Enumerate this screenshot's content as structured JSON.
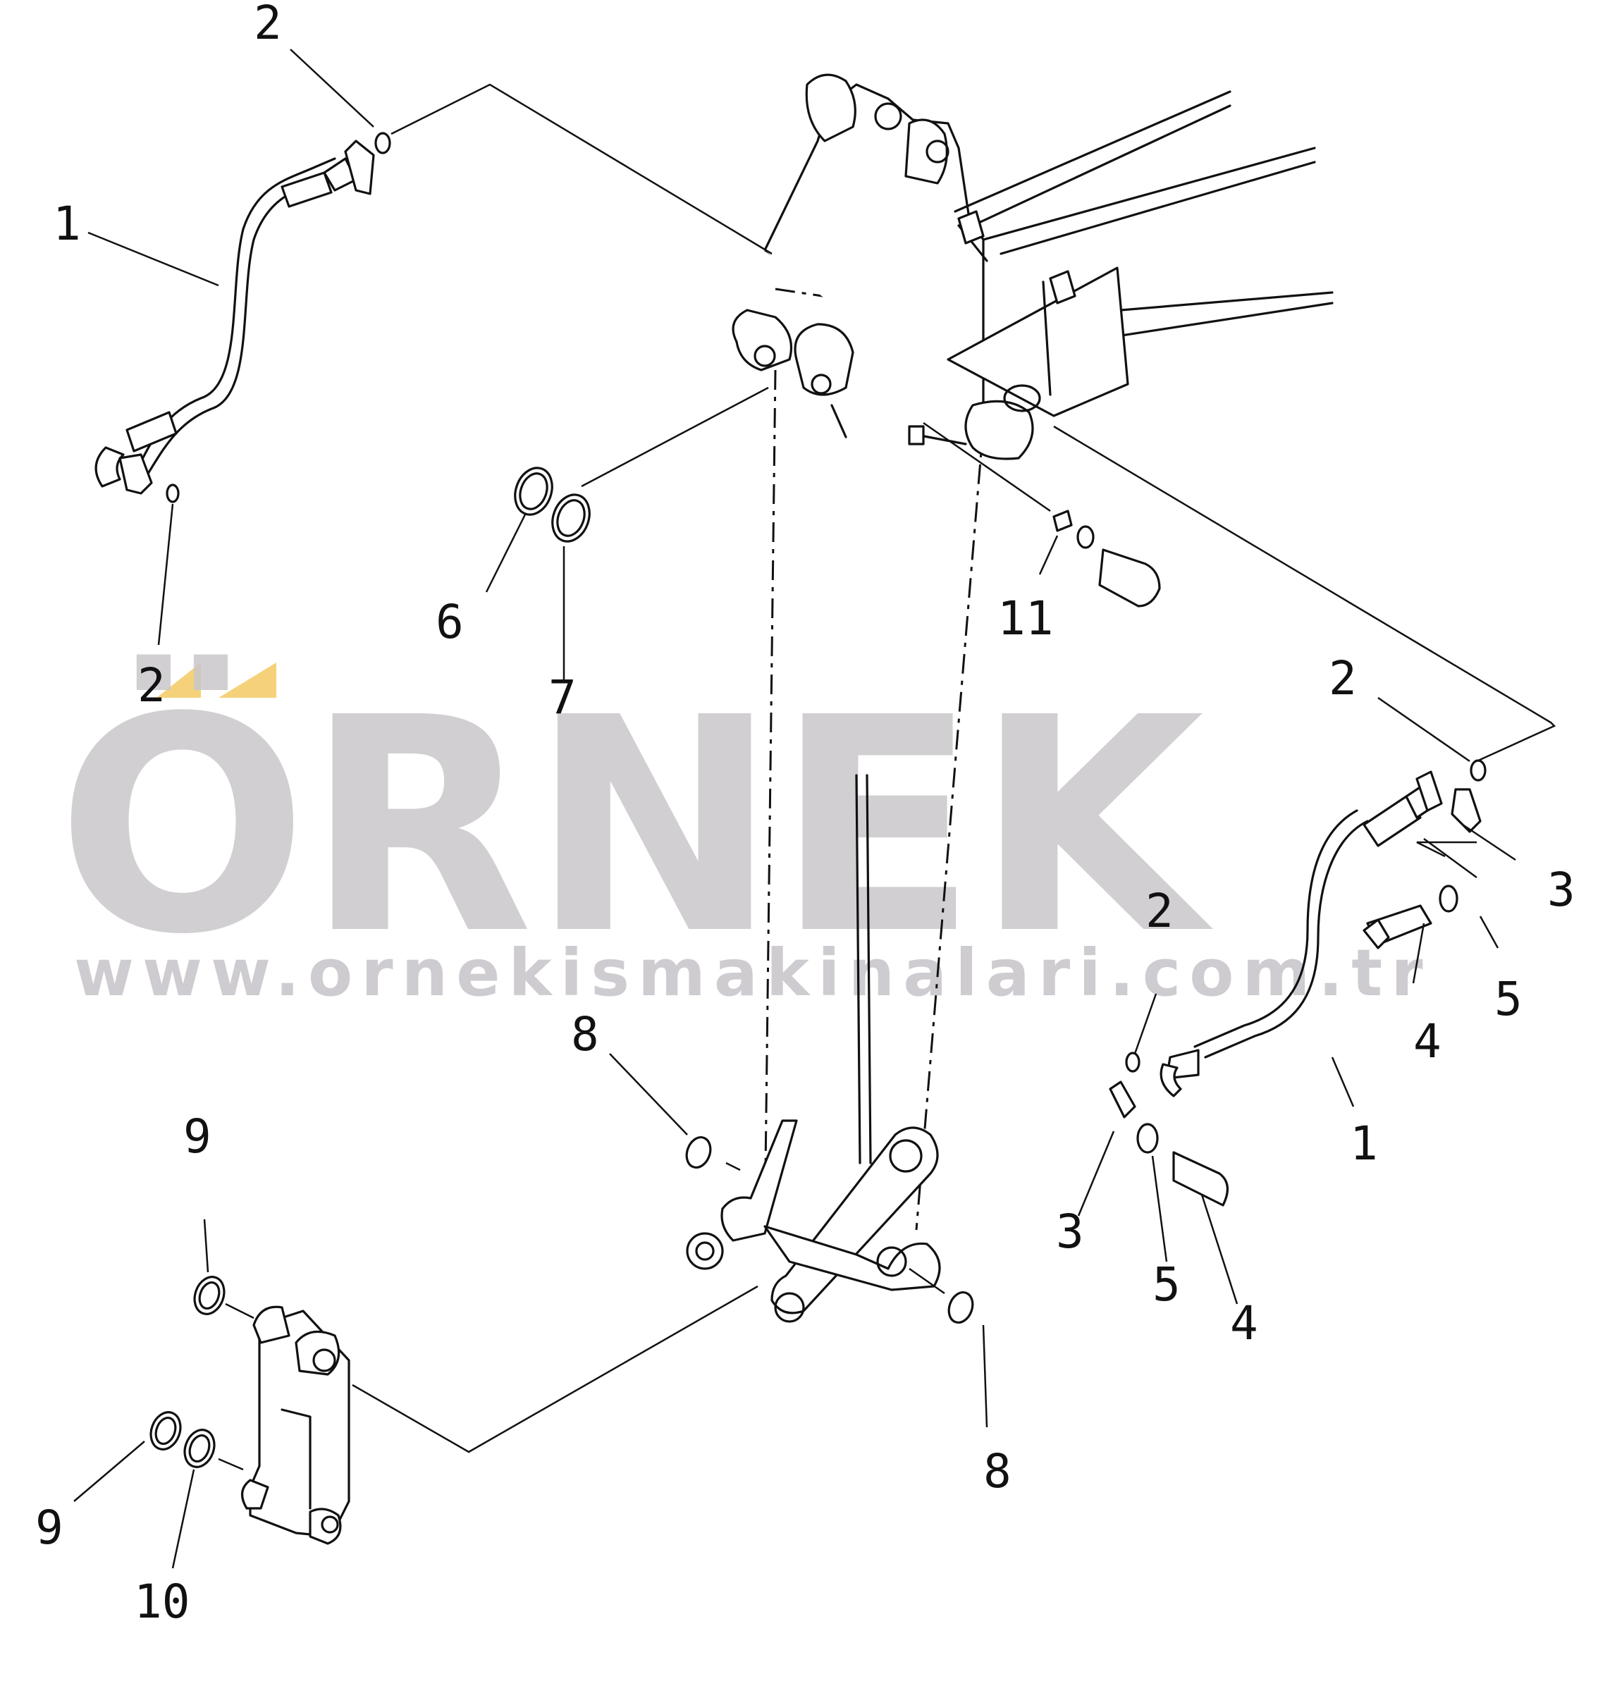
{
  "watermark": {
    "brand": "ÖRNEK",
    "url": "www.ornekismakinalari.com.tr",
    "accent_color": "#f5d27a",
    "text_color": "#c9c7cb"
  },
  "callouts": {
    "c2a": "2",
    "c1a": "1",
    "c2b": "2",
    "c6": "6",
    "c7": "7",
    "c11": "11",
    "c2c": "2",
    "c3a": "3",
    "c2d": "2",
    "c5a": "5",
    "c4a": "4",
    "c1b": "1",
    "c8a": "8",
    "c9a": "9",
    "c3b": "3",
    "c5b": "5",
    "c4b": "4",
    "c8b": "8",
    "c9b": "9",
    "c10": "10"
  },
  "colors": {
    "line": "#111111",
    "background": "#ffffff"
  }
}
